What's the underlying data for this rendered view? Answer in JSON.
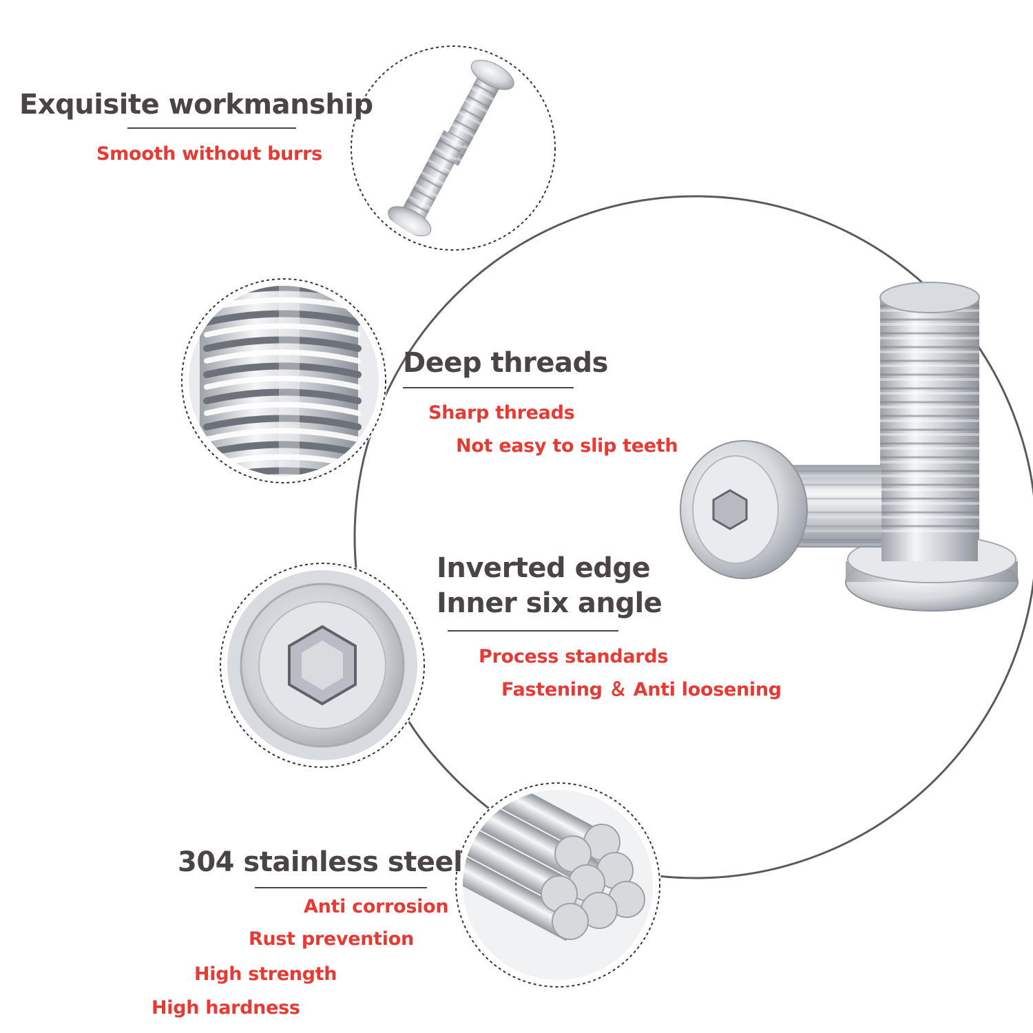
{
  "features": [
    {
      "heading": "Exquisite workmanship",
      "points": [
        "Smooth without burrs"
      ]
    },
    {
      "heading": "Deep threads",
      "points": [
        "Sharp threads",
        "Not easy to slip teeth"
      ]
    },
    {
      "heading": "Inverted edge",
      "heading2": "Inner six angle",
      "points": [
        "Process standards",
        "Fastening ＆ Anti loosening"
      ]
    },
    {
      "heading": "304 stainless steel",
      "points": [
        "Anti corrosion",
        "Rust prevention",
        "High strength",
        "High hardness"
      ]
    }
  ],
  "colors": {
    "heading": "#4a4446",
    "points": "#e53b34",
    "metal": "#c8cbd0"
  },
  "icons": [
    "screw-pair-icon",
    "thread-closeup-icon",
    "hex-socket-head-icon",
    "steel-rods-icon",
    "screw-product-icon"
  ]
}
